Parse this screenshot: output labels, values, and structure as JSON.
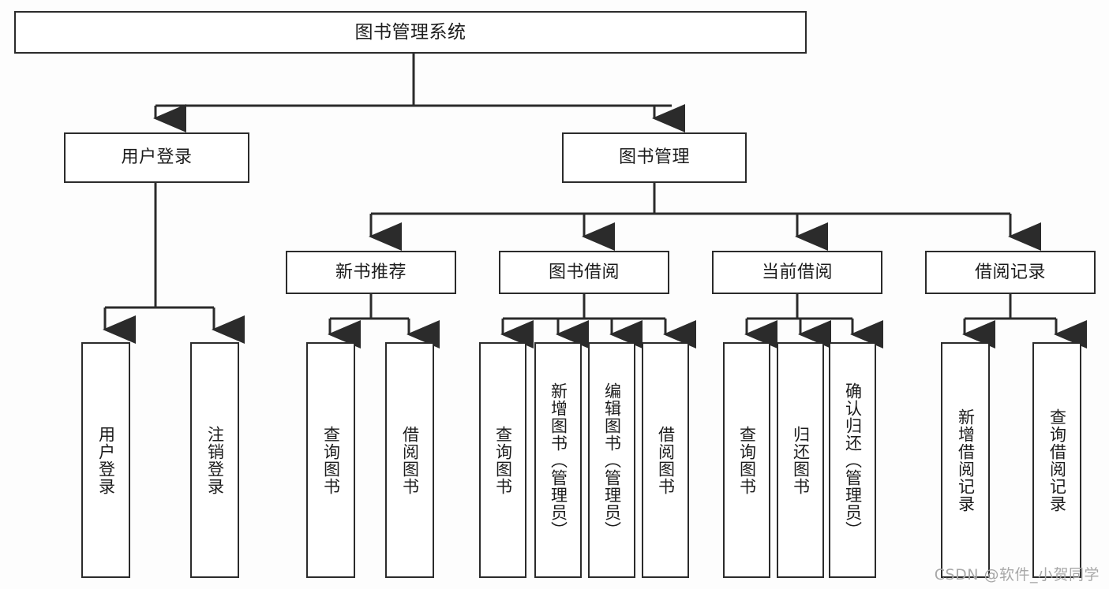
{
  "diagram": {
    "title": "图书管理系统",
    "watermark": "CSDN @软件_小贺同学",
    "stroke_color": "#2b2b2b",
    "fill_color": "#ffffff",
    "background": "#fdfdfd",
    "nodes": {
      "root": {
        "label": "图书管理系统"
      },
      "level2": [
        {
          "id": "user-login",
          "label": "用户登录"
        },
        {
          "id": "book-manage",
          "label": "图书管理"
        }
      ],
      "level3": [
        {
          "id": "new-book-recommend",
          "label": "新书推荐"
        },
        {
          "id": "book-borrow",
          "label": "图书借阅"
        },
        {
          "id": "current-borrow",
          "label": "当前借阅"
        },
        {
          "id": "borrow-record",
          "label": "借阅记录"
        }
      ],
      "leaves": [
        {
          "id": "leaf-user-login",
          "label": "用户登录",
          "parent": "user-login"
        },
        {
          "id": "leaf-logout-login",
          "label": "注销登录",
          "parent": "user-login"
        },
        {
          "id": "leaf-query-book-1",
          "label": "查询图书",
          "parent": "new-book-recommend"
        },
        {
          "id": "leaf-borrow-book-1",
          "label": "借阅图书",
          "parent": "new-book-recommend"
        },
        {
          "id": "leaf-query-book-2",
          "label": "查询图书",
          "parent": "book-borrow"
        },
        {
          "id": "leaf-add-book",
          "label": "新增图书（管理员）",
          "parent": "book-borrow"
        },
        {
          "id": "leaf-edit-book",
          "label": "编辑图书（管理员）",
          "parent": "book-borrow"
        },
        {
          "id": "leaf-borrow-book-2",
          "label": "借阅图书",
          "parent": "book-borrow"
        },
        {
          "id": "leaf-query-book-3",
          "label": "查询图书",
          "parent": "current-borrow"
        },
        {
          "id": "leaf-return-book",
          "label": "归还图书",
          "parent": "current-borrow"
        },
        {
          "id": "leaf-confirm-return",
          "label": "确认归还（管理员）",
          "parent": "current-borrow"
        },
        {
          "id": "leaf-add-record",
          "label": "新增借阅记录",
          "parent": "borrow-record"
        },
        {
          "id": "leaf-query-record",
          "label": "查询借阅记录",
          "parent": "borrow-record"
        }
      ]
    }
  }
}
